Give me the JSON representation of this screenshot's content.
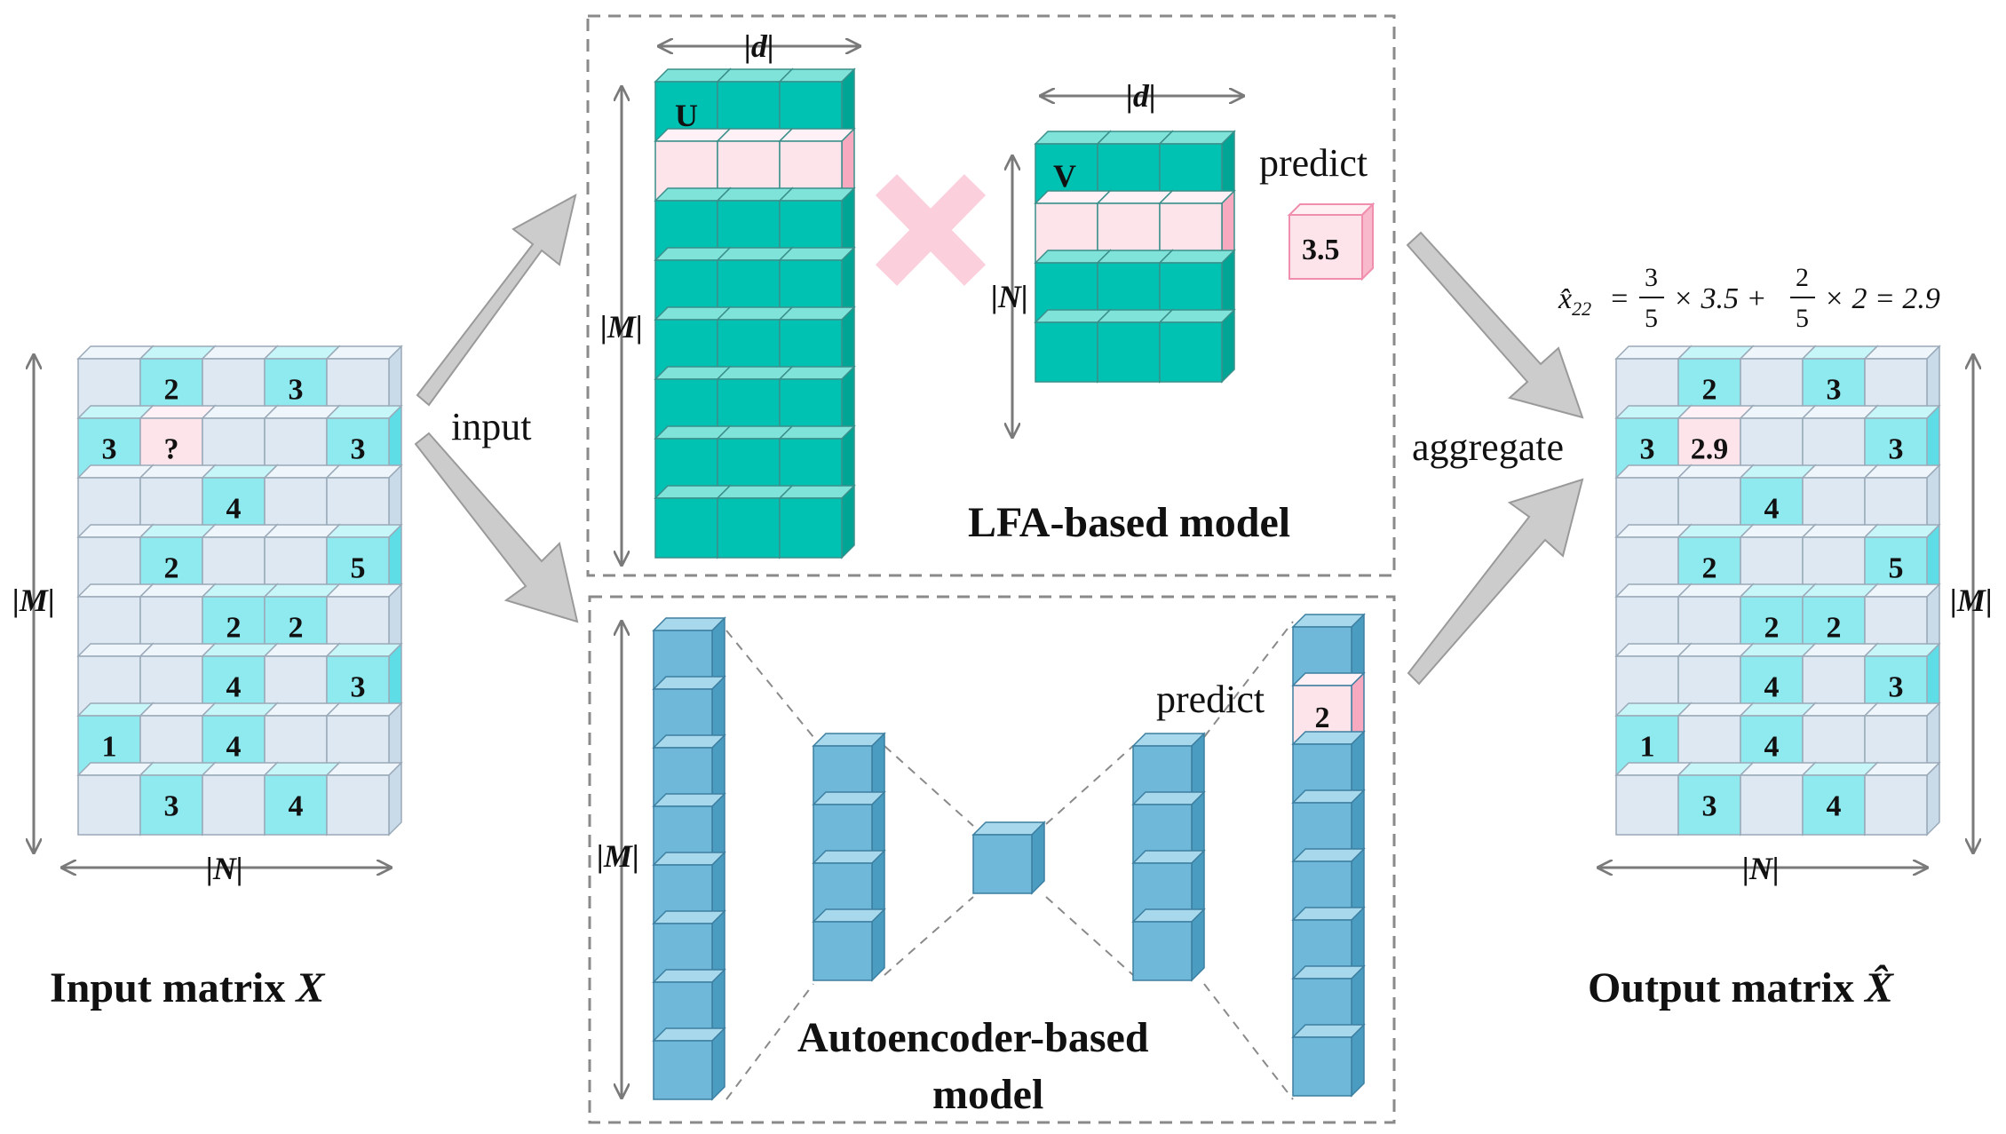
{
  "colors": {
    "cell_light": "#dde8f3",
    "cell_light_top": "#eef5fb",
    "cell_teal": "#8feaf0",
    "cell_teal_top": "#c7f6f8",
    "cell_highlight": "#fde3ea",
    "cell_highlight_edge": "#f7a9bf",
    "factor_teal": "#00c2b2",
    "factor_teal_top": "#7fe3da",
    "ae_blue": "#6fb8d9",
    "ae_blue_top": "#a8d8ec",
    "arrow_gray": "#c8c8c8",
    "dash_gray": "#8a8a8a"
  },
  "input_matrix": {
    "title": "Input matrix",
    "symbol": "X",
    "dim_rows": "|M|",
    "dim_cols": "|N|",
    "cells": [
      [
        "",
        "2",
        "",
        "3",
        ""
      ],
      [
        "3",
        "?",
        "",
        "",
        "3"
      ],
      [
        "",
        "",
        "4",
        "",
        ""
      ],
      [
        "",
        "2",
        "",
        "",
        "5"
      ],
      [
        "",
        "",
        "2",
        "2",
        ""
      ],
      [
        "",
        "",
        "4",
        "",
        "3"
      ],
      [
        "1",
        "",
        "4",
        "",
        ""
      ],
      [
        "",
        "3",
        "",
        "4",
        ""
      ]
    ],
    "teal_cells": [
      [
        0,
        1
      ],
      [
        0,
        3
      ],
      [
        1,
        0
      ],
      [
        1,
        4
      ],
      [
        2,
        2
      ],
      [
        3,
        1
      ],
      [
        3,
        4
      ],
      [
        4,
        2
      ],
      [
        4,
        3
      ],
      [
        5,
        2
      ],
      [
        5,
        4
      ],
      [
        6,
        0
      ],
      [
        6,
        2
      ],
      [
        7,
        1
      ],
      [
        7,
        3
      ]
    ],
    "highlight_cell": [
      1,
      1
    ]
  },
  "output_matrix": {
    "title": "Output matrix",
    "symbol": "X̂",
    "dim_rows": "|M|",
    "dim_cols": "|N|",
    "cells": [
      [
        "",
        "2",
        "",
        "3",
        ""
      ],
      [
        "3",
        "2.9",
        "",
        "",
        "3"
      ],
      [
        "",
        "",
        "4",
        "",
        ""
      ],
      [
        "",
        "2",
        "",
        "",
        "5"
      ],
      [
        "",
        "",
        "2",
        "2",
        ""
      ],
      [
        "",
        "",
        "4",
        "",
        "3"
      ],
      [
        "1",
        "",
        "4",
        "",
        ""
      ],
      [
        "",
        "3",
        "",
        "4",
        ""
      ]
    ],
    "highlight_cell": [
      1,
      1
    ]
  },
  "flow": {
    "input_label": "input",
    "aggregate_label": "aggregate"
  },
  "lfa": {
    "title": "LFA-based model",
    "u_label": "U",
    "v_label": "V",
    "u_dim_top": "|d|",
    "u_dim_side": "|M|",
    "v_dim_top": "|d|",
    "v_dim_side": "|N|",
    "predict_label": "predict",
    "predicted_value": "3.5"
  },
  "autoencoder": {
    "title_line1": "Autoencoder-based",
    "title_line2": "model",
    "dim_side": "|M|",
    "predict_label": "predict",
    "predicted_value": "2"
  },
  "formula": {
    "lhs": "x̂",
    "lhs_sub": "22",
    "eq": "=",
    "frac1_num": "3",
    "frac1_den": "5",
    "term1": "× 3.5 +",
    "frac2_num": "2",
    "frac2_den": "5",
    "term2": "× 2 = 2.9"
  }
}
